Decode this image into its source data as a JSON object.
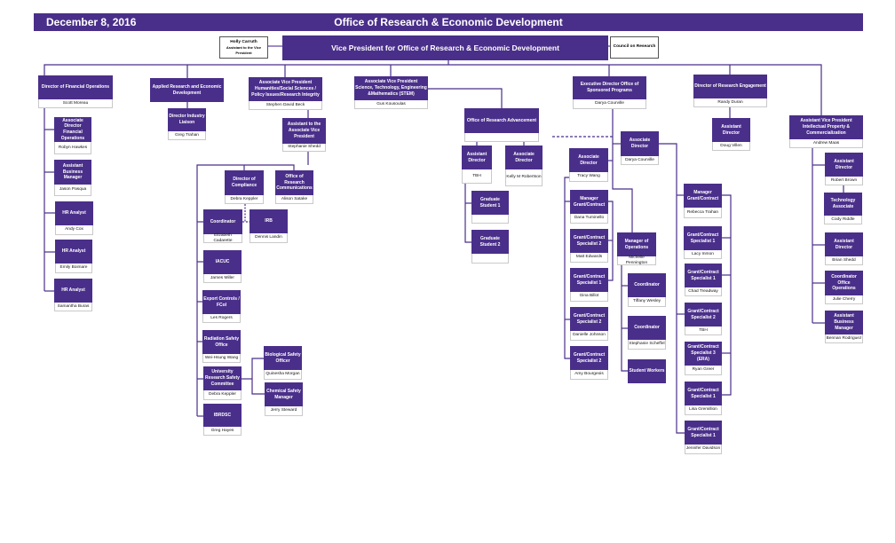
{
  "header": {
    "date": "December 8, 2016",
    "title": "Office of Research & Economic Development"
  },
  "vp": {
    "title": "Vice President for Office of Research & Economic Development"
  },
  "assistant_vp": {
    "name": "Holly Carruth",
    "title": "Assistant to the Vice President"
  },
  "council": {
    "title": "Council on Research"
  },
  "colors": {
    "box": "#4a2f8a",
    "line": "#4a2f8a"
  },
  "nodes": {
    "finops": {
      "title": "Director of Financial Operations",
      "name": "Scott Moreau"
    },
    "adfin": {
      "title": "Associate Director Financial Operations",
      "name": "Robyn Hawkes"
    },
    "abm1": {
      "title": "Assistant Business Manager",
      "name": "Jason Pasqua"
    },
    "hr1": {
      "title": "HR Analyst",
      "name": "Andy Cox"
    },
    "hr2": {
      "title": "HR Analyst",
      "name": "Emily Boimare"
    },
    "hr3": {
      "title": "HR Analyst",
      "name": "Samantha Buras"
    },
    "applied": {
      "title": "Applied Research and Economic Development",
      "name": null
    },
    "liaison": {
      "title": "Director Industry Liaison",
      "name": "Greg Trahan"
    },
    "avphum": {
      "title": "Associate Vice President Humanities/Social Sciences / Policy Issues/Research Integrity",
      "name": "Stephen David Beck"
    },
    "asstavp": {
      "title": "Assistant to the Associate Vice President",
      "name": "Stephanie Shedd"
    },
    "compliance": {
      "title": "Director of Compliance",
      "name": "Debra Keppler"
    },
    "comms": {
      "title": "Office of Research Communications",
      "name": "Alison Satake"
    },
    "coord1": {
      "title": "Coordinator",
      "name": "Elizabeth Cadarette"
    },
    "irb": {
      "title": "IRB",
      "name": "Dennis Landin"
    },
    "iacuc": {
      "title": "IACUC",
      "name": "James Miller"
    },
    "export": {
      "title": "Export Controls / FCoI",
      "name": "Les Rogers"
    },
    "radiation": {
      "title": "Radiation Safety Office",
      "name": "Wei-Hsung Wang"
    },
    "ursc": {
      "title": "University Research Safety Committee",
      "name": "Debra Keppler"
    },
    "ibrdsc": {
      "title": "IBRDSC",
      "name": "Greg Hayes"
    },
    "bio": {
      "title": "Biological Safety Officer",
      "name": "Quinesha Morgan"
    },
    "chem": {
      "title": "Chemical Safety Manager",
      "name": "Jerry Steward"
    },
    "avpstem": {
      "title": "Associate Vice President Science, Technology, Engineering &Mathematics (STEM)",
      "name": "Gus Kousoulas"
    },
    "ora": {
      "title": "Office of Research Advancement",
      "name": ""
    },
    "oraasst": {
      "title": "Assistant Director",
      "name": "TBH"
    },
    "oraassoc": {
      "title": "Associate Director",
      "name": "Kelly M Robertson"
    },
    "grad1": {
      "title": "Graduate Student 1",
      "name": ""
    },
    "grad2": {
      "title": "Graduate Student 2",
      "name": ""
    },
    "osp": {
      "title": "Executive Director Office of Sponsored Programs",
      "name": "Darya Courville"
    },
    "ospassoc1": {
      "title": "Associate Director",
      "name": "Darya Courville"
    },
    "ospassoc2": {
      "title": "Associate Director",
      "name": "Tracy Wang"
    },
    "mgc1": {
      "title": "Manager Grant/Contract",
      "name": "Dana Tuminello"
    },
    "gcs_a": {
      "title": "Grant/Contract Specialist 2",
      "name": "Matt Edwards"
    },
    "gcs_b": {
      "title": "Grant/Contract Specialist 1",
      "name": "Gina Billot"
    },
    "gcs_c": {
      "title": "Grant/Contract Specialist 2",
      "name": "Danielle Johnson"
    },
    "gcs_d": {
      "title": "Grant/Contract Specialist 2",
      "name": "Amy Bourgeois"
    },
    "mops": {
      "title": "Manager of Operations",
      "name": "Michelle Pennington"
    },
    "coord2": {
      "title": "Coordinator",
      "name": "Tiffany Wesley"
    },
    "coord3": {
      "title": "Coordinator",
      "name": "Stephanie Scheffel"
    },
    "students": {
      "title": "Student Workers",
      "name": null
    },
    "mgc2": {
      "title": "Manager Grant/Contract",
      "name": "Rebecca Trahan"
    },
    "gcs_e": {
      "title": "Grant/Contract Specialist 1",
      "name": "Lacy Inmon"
    },
    "gcs_f": {
      "title": "Grant/Contract Specialist 1",
      "name": "Chad Treadway"
    },
    "gcs_g": {
      "title": "Grant/Contract Specialist 2",
      "name": "TBH"
    },
    "gcs_h": {
      "title": "Grant/Contract Specialist 3 (ERA)",
      "name": "Ryan Greer"
    },
    "gcs_i": {
      "title": "Grant/Contract Specialist 1",
      "name": "Lisa Gremillion"
    },
    "gcs_j": {
      "title": "Grant/Contract Specialist 1",
      "name": "Jennifer Davidson"
    },
    "dre": {
      "title": "Director of Research Engagement",
      "name": "Randy Duran"
    },
    "dreasst": {
      "title": "Assistant Director",
      "name": "Doug Villen"
    },
    "avpip": {
      "title": "Assistant Vice President Intellectual Property & Commercialization",
      "name": "Andrew Maas"
    },
    "ipasst1": {
      "title": "Assistant Director",
      "name": "Robert Brown"
    },
    "techassoc": {
      "title": "Technology Associate",
      "name": "Cody Riddle"
    },
    "ipasst2": {
      "title": "Assistant Director",
      "name": "Brian Shedd"
    },
    "coordops": {
      "title": "Coordinator Office Operations",
      "name": "Julie Cherry"
    },
    "abm2": {
      "title": "Assistant Business Manager",
      "name": "Bennan Rodriguez"
    }
  }
}
